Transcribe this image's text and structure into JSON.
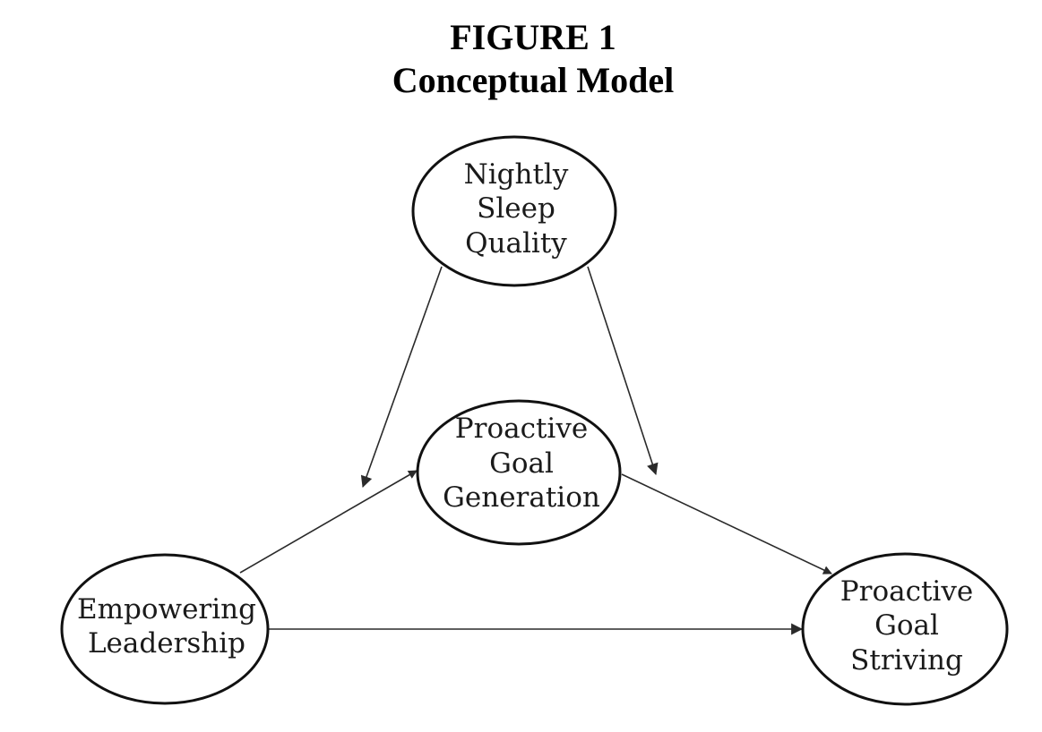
{
  "figure": {
    "number": "FIGURE 1",
    "title": "Conceptual Model"
  },
  "nodes": [
    {
      "id": "sleep",
      "lines": [
        "Nightly",
        "Sleep",
        "Quality"
      ]
    },
    {
      "id": "generation",
      "lines": [
        "Proactive",
        "Goal",
        "Generation"
      ]
    },
    {
      "id": "leadership",
      "lines": [
        "Empowering",
        "Leadership"
      ]
    },
    {
      "id": "striving",
      "lines": [
        "Proactive",
        "Goal",
        "Striving"
      ]
    }
  ],
  "edges": [
    {
      "from": "leadership",
      "to": "generation",
      "type": "direct"
    },
    {
      "from": "generation",
      "to": "striving",
      "type": "direct"
    },
    {
      "from": "leadership",
      "to": "striving",
      "type": "direct"
    },
    {
      "from": "sleep",
      "to": "leadership-generation path",
      "type": "moderation"
    },
    {
      "from": "sleep",
      "to": "generation-striving path",
      "type": "moderation"
    }
  ]
}
